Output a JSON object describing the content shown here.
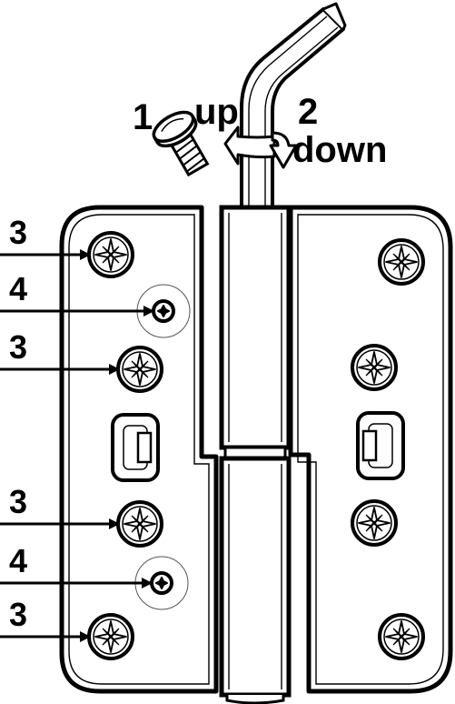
{
  "steps": {
    "step1": "1",
    "up": "up",
    "step2": "2",
    "down": "down"
  },
  "callouts": {
    "screw_left_1": "3",
    "plug_left_1": "4",
    "screw_left_2": "3",
    "screw_left_3": "3",
    "plug_left_2": "4",
    "screw_left_4": "3"
  },
  "colors": {
    "stroke": "#000000",
    "fill": "#ffffff"
  }
}
